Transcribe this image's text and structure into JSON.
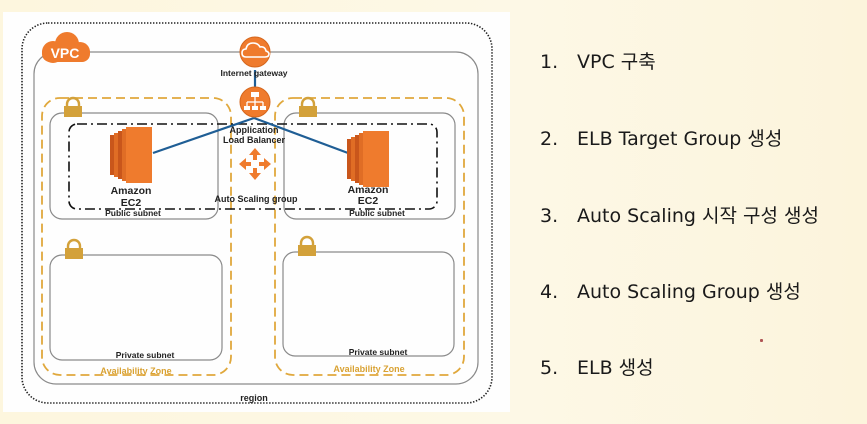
{
  "diagram": {
    "vpc_badge": "VPC",
    "internet_gateway": "Internet gateway",
    "load_balancer": [
      "Application",
      "Load Balancer"
    ],
    "auto_scaling_group": "Auto Scaling group",
    "region": "region",
    "availability_zones": [
      {
        "label": "Availability Zone",
        "public_subnet": {
          "label": "Public subnet",
          "instance": [
            "Amazon",
            "EC2"
          ]
        },
        "private_subnet": {
          "label": "Private subnet"
        }
      },
      {
        "label": "Availability Zone",
        "public_subnet": {
          "label": "Public subnet",
          "instance": [
            "Amazon",
            "EC2"
          ]
        },
        "private_subnet": {
          "label": "Private subnet"
        }
      }
    ],
    "colors": {
      "aws_orange": "#ef7b2d",
      "lock_gold": "#d3a13a",
      "az_border": "#e0a83c",
      "connector_blue": "#1f5e95",
      "subnet_border": "#8a8a8a"
    }
  },
  "steps": [
    {
      "number": "1.",
      "text": "VPC 구축"
    },
    {
      "number": "2.",
      "text": "ELB Target Group 생성"
    },
    {
      "number": "3.",
      "text": "Auto Scaling 시작 구성 생성"
    },
    {
      "number": "4.",
      "text": "Auto Scaling Group 생성"
    },
    {
      "number": "5.",
      "text": "ELB 생성"
    }
  ]
}
